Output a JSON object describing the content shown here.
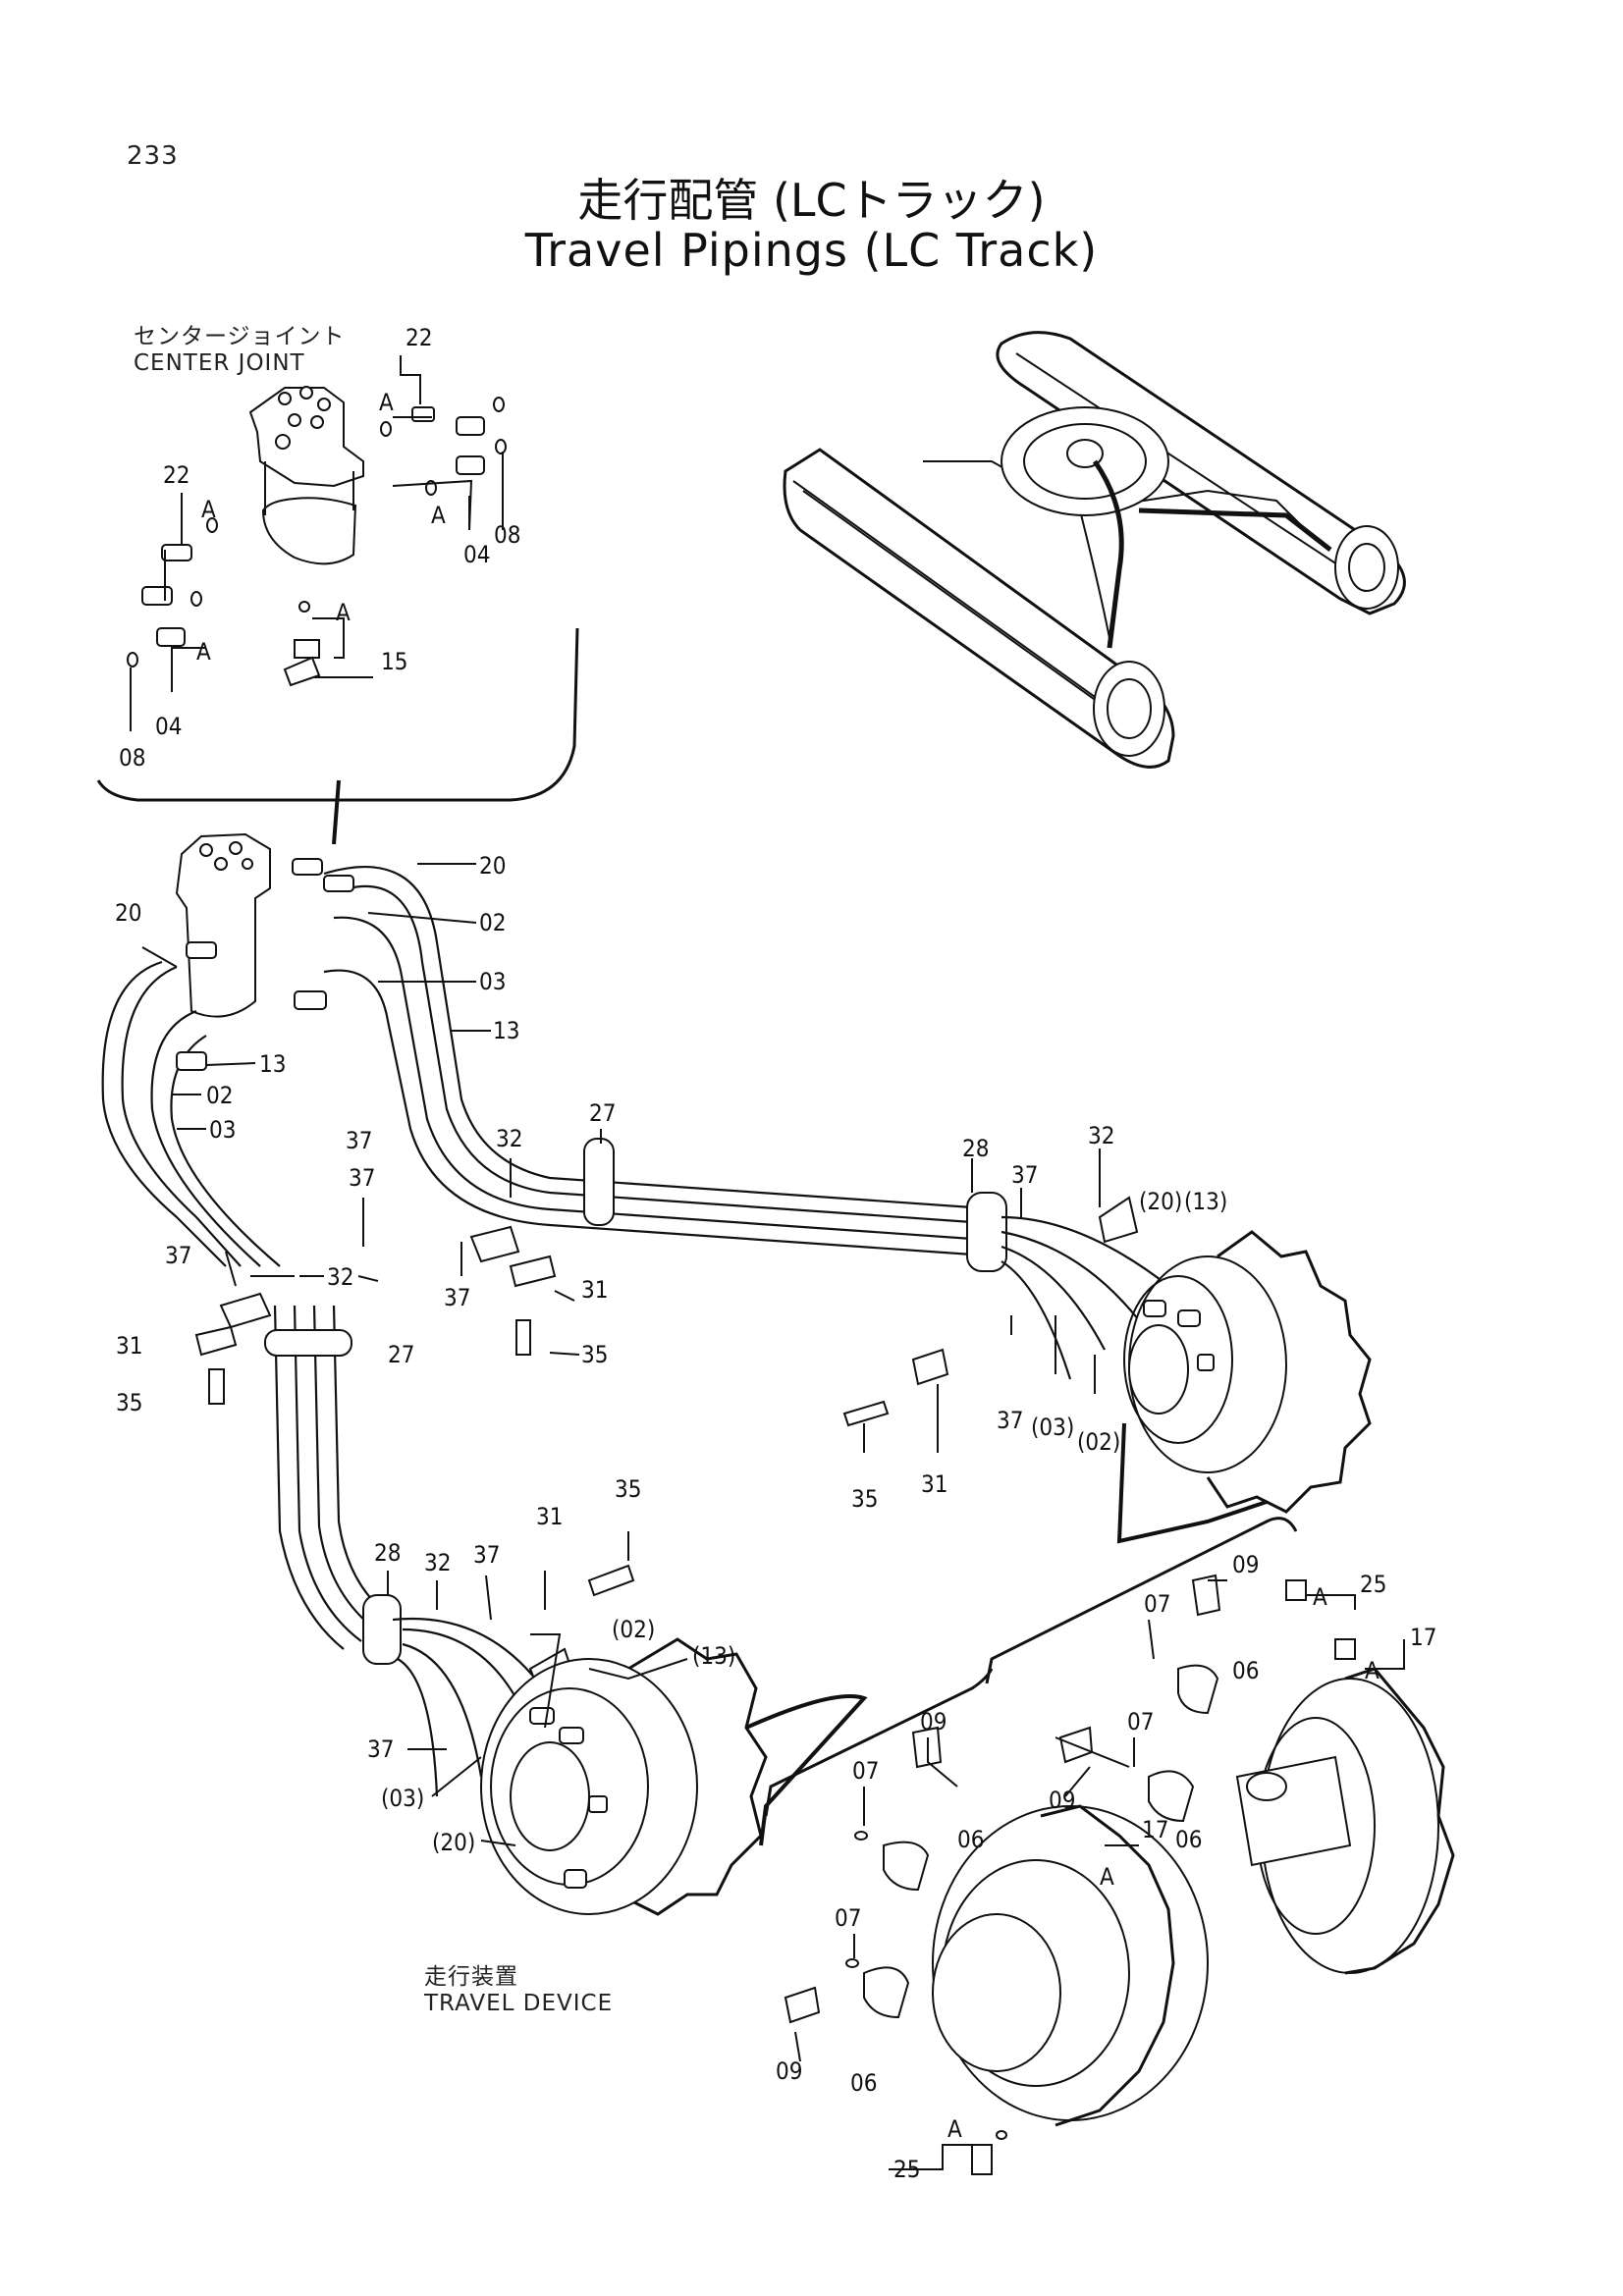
{
  "page_number": "233",
  "title_jp": "走行配管 (LCトラック)",
  "title_en": "Travel Pipings (LC Track)",
  "captions": {
    "center_joint_jp": "センタージョイント",
    "center_joint_en": "CENTER JOINT",
    "travel_device_jp": "走行装置",
    "travel_device_en": "TRAVEL DEVICE"
  },
  "callouts": {
    "c22a": "22",
    "c22b": "22",
    "cA1": "A",
    "cA2": "A",
    "cA3": "A",
    "cA4": "A",
    "c04a": "04",
    "c08a": "08",
    "c04b": "04",
    "c08b": "08",
    "c15": "15",
    "c20a": "20",
    "c02a": "02",
    "c03a": "03",
    "c13a": "13",
    "c20b": "20",
    "c13b": "13",
    "c02b": "02",
    "c03b": "03",
    "c37a": "37",
    "c37b": "37",
    "c32a": "32",
    "c31a": "31",
    "c27a": "27",
    "c35a": "35",
    "c37c": "37",
    "c32b": "32",
    "c27b": "27",
    "c37d": "37",
    "c31b": "31",
    "c35b": "35",
    "c28a": "28",
    "c37e": "37",
    "c32c": "32",
    "c20p": "(20)",
    "c13p": "(13)",
    "c37f": "37",
    "c03p": "(03)",
    "c02p": "(02)",
    "c35c": "35",
    "c31c": "31",
    "c28b": "28",
    "c32d": "32",
    "c37g": "37",
    "c31d": "31",
    "c35d": "35",
    "c02q": "(02)",
    "c13q": "(13)",
    "c37h": "37",
    "c03q": "(03)",
    "c20q": "(20)",
    "c09a": "09",
    "c07a": "07",
    "c06a": "06",
    "c25a": "25",
    "cA5": "A",
    "c17a": "17",
    "cA6": "A",
    "c07b": "07",
    "c09b": "09",
    "c06b": "06",
    "c17b": "17",
    "cA7": "A",
    "c09c": "09",
    "c07c": "07",
    "c06c": "06",
    "c07d": "07",
    "c09d": "09",
    "c06d": "06",
    "c25b": "25",
    "cA8": "A"
  }
}
